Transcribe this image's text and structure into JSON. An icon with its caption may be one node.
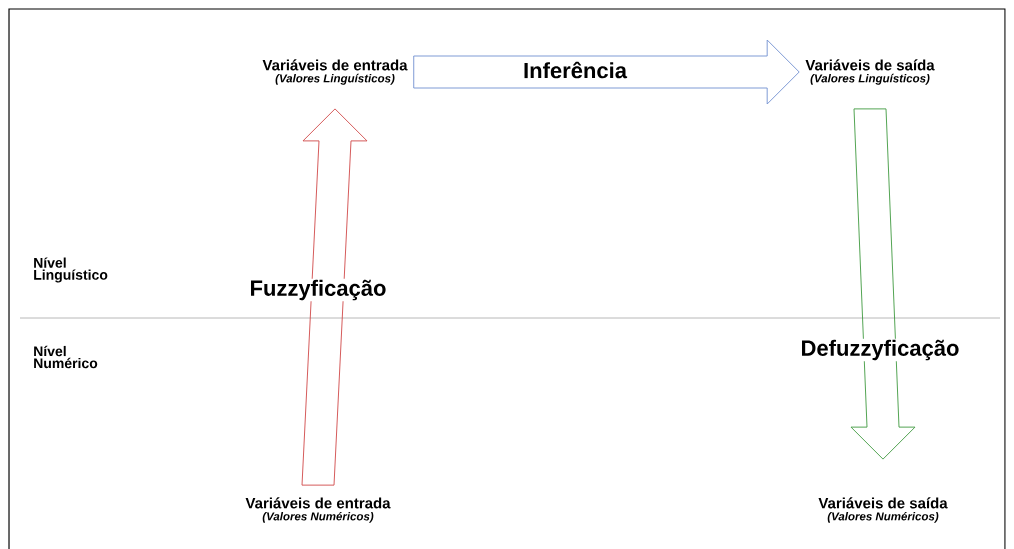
{
  "diagram": {
    "nodes": [
      {
        "text": [
          "Variáveis de entrada",
          "(Valores Linguísticos)"
        ]
      },
      {
        "text": [
          "Variáveis de saída",
          "(Valores Linguísticos)"
        ]
      },
      {
        "text": [
          "Variáveis de entrada",
          "(Valores Numéricos)"
        ]
      },
      {
        "text": [
          "Variáveis de saída",
          "(Valores Numéricos)"
        ]
      }
    ],
    "edges": [
      {
        "from": 0,
        "to": 1,
        "arrow": "to",
        "label": "Inferência",
        "color": "#7090d0"
      },
      {
        "from": 2,
        "to": 0,
        "arrow": "to",
        "label": "Fuzzyficação",
        "color": "#d04848"
      },
      {
        "from": 1,
        "to": 3,
        "arrow": "to",
        "label": "Defuzzyficação",
        "color": "#3f9a3f"
      }
    ],
    "labels": [
      "Nível Linguístico",
      "Nível Numérico"
    ]
  }
}
